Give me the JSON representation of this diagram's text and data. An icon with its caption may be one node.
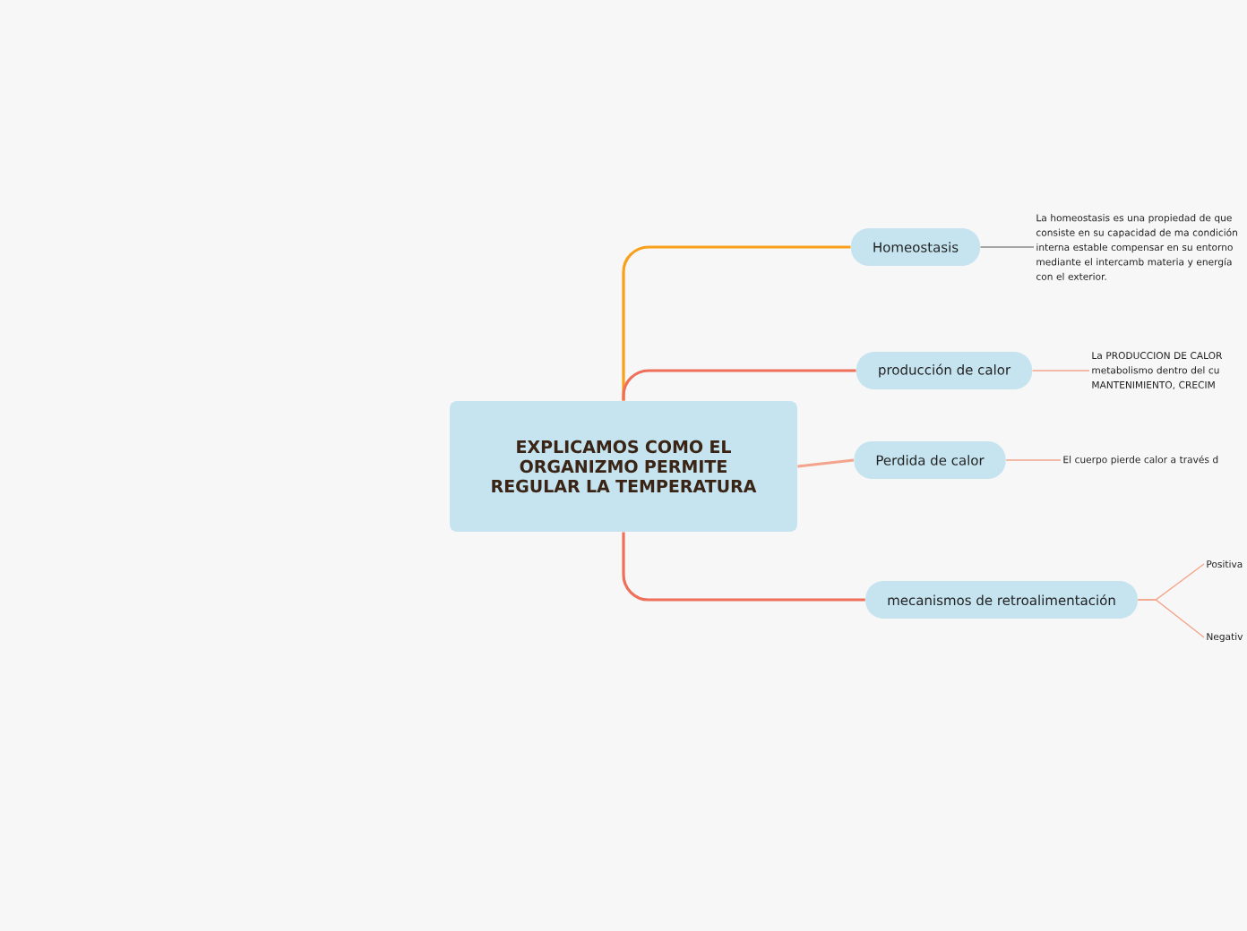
{
  "diagram": {
    "nodes": [
      {
        "text": [
          "EXPLICAMOS COMO EL ORGANIZMO PERMITE REGULAR LA TEMPERATURA"
        ]
      },
      {
        "text": [
          "Homeostasis"
        ]
      },
      {
        "text": [
          "producción de calor"
        ]
      },
      {
        "text": [
          "Perdida de calor"
        ]
      },
      {
        "text": [
          "mecanismos de retroalimentación"
        ]
      },
      {
        "text": [
          "La homeostasis es una propiedad de que consiste en su capacidad de ma condición interna estable compensar en su entorno mediante el intercamb materia y energía con el exterior."
        ]
      },
      {
        "text": [
          "La PRODUCCION DE CALOR metabolismo dentro del cu MANTENIMIENTO, CRECIM"
        ]
      },
      {
        "text": [
          "El cuerpo pierde calor a través d"
        ]
      },
      {
        "text": [
          "Positiva"
        ]
      },
      {
        "text": [
          "Negativ"
        ]
      }
    ],
    "edges": [
      {
        "from": 0,
        "to": 1,
        "arrow": "none",
        "color": "#f9a01b"
      },
      {
        "from": 0,
        "to": 2,
        "arrow": "none",
        "color": "#ee6f5a"
      },
      {
        "from": 0,
        "to": 3,
        "arrow": "none"
      },
      {
        "from": 0,
        "to": 4,
        "arrow": "none",
        "color": "#ee6f5a"
      },
      {
        "from": 1,
        "to": 5,
        "arrow": "none",
        "color": "#8a8a8a"
      },
      {
        "from": 2,
        "to": 6,
        "arrow": "none"
      },
      {
        "from": 3,
        "to": 7,
        "arrow": "none"
      },
      {
        "from": 4,
        "to": 8,
        "arrow": "none"
      },
      {
        "from": 4,
        "to": 9,
        "arrow": "none"
      }
    ]
  }
}
